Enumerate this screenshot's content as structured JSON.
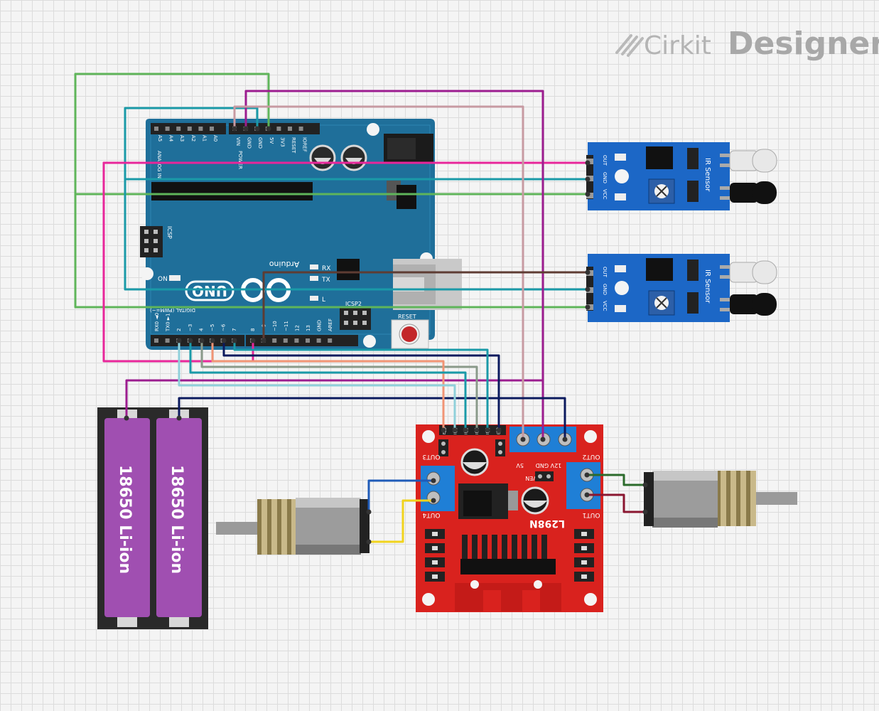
{
  "brand": {
    "name_light": "Cirkit",
    "name_bold": "Designer"
  },
  "arduino": {
    "name": "Arduino",
    "model": "UNO",
    "analog_in": "ANALOG IN",
    "power": "POWER",
    "digital": "DIGITAL (PWM=~)",
    "icsp": "ICSP",
    "icsp2": "ICSP2",
    "reset": "RESET",
    "on": "ON",
    "rx": "RX",
    "tx": "TX",
    "l": "L",
    "analog_pins": [
      "A5",
      "A4",
      "A3",
      "A2",
      "A1",
      "A0"
    ],
    "power_pins": [
      "VIN",
      "GND",
      "GND",
      "5V",
      "3V3",
      "RESET",
      "IOREF"
    ],
    "digital_low": [
      "RX0 ◄0",
      "TX0 ►1",
      "2",
      "~3",
      "4",
      "~5",
      "~6",
      "7"
    ],
    "digital_high": [
      "8",
      "~9",
      "~10",
      "~11",
      "12",
      "13",
      "GND",
      "AREF"
    ]
  },
  "ir_sensors": [
    {
      "title": "IR Sensor",
      "pins": [
        "OUT",
        "GND",
        "VCC"
      ]
    },
    {
      "title": "IR Sensor",
      "pins": [
        "OUT",
        "GND",
        "VCC"
      ]
    }
  ],
  "battery": {
    "cells": [
      "18650 Li-ion",
      "18650 Li-ion"
    ]
  },
  "driver": {
    "chip": "L298N",
    "out1": "OUT1",
    "out2": "OUT2",
    "out3": "OUT3",
    "out4": "OUT4",
    "power_labels": "12V GND",
    "five_v": "5V",
    "five_ven": "5VEN",
    "input_pins": [
      "ENA",
      "IN1",
      "IN2",
      "IN3",
      "IN4",
      "ENB"
    ]
  },
  "colors": {
    "wire_green": "#5fb55a",
    "wire_teal": "#1a9aa8",
    "wire_magenta": "#e8269a",
    "wire_purple": "#9c1d8f",
    "wire_pink": "#c79aa2",
    "wire_brown": "#5e3c33",
    "wire_navy": "#0b1a5e",
    "wire_blue": "#1f5bb8",
    "wire_yellow": "#f1d31c",
    "wire_darkred": "#8a1630",
    "wire_darkgreen": "#2c6b2c",
    "wire_salmon": "#f19475",
    "wire_gray": "#8a9a8a",
    "wire_lightblue": "#8fd0da",
    "arduino_board": "#1f6f9a",
    "sensor_board": "#1c67c6",
    "driver_board": "#d9221e",
    "battery_cell": "#a04fb1"
  },
  "icons": [
    "cirkit-logo-icon",
    "arduino-infinity-logo-icon",
    "potentiometer-icon",
    "motor-icon"
  ]
}
